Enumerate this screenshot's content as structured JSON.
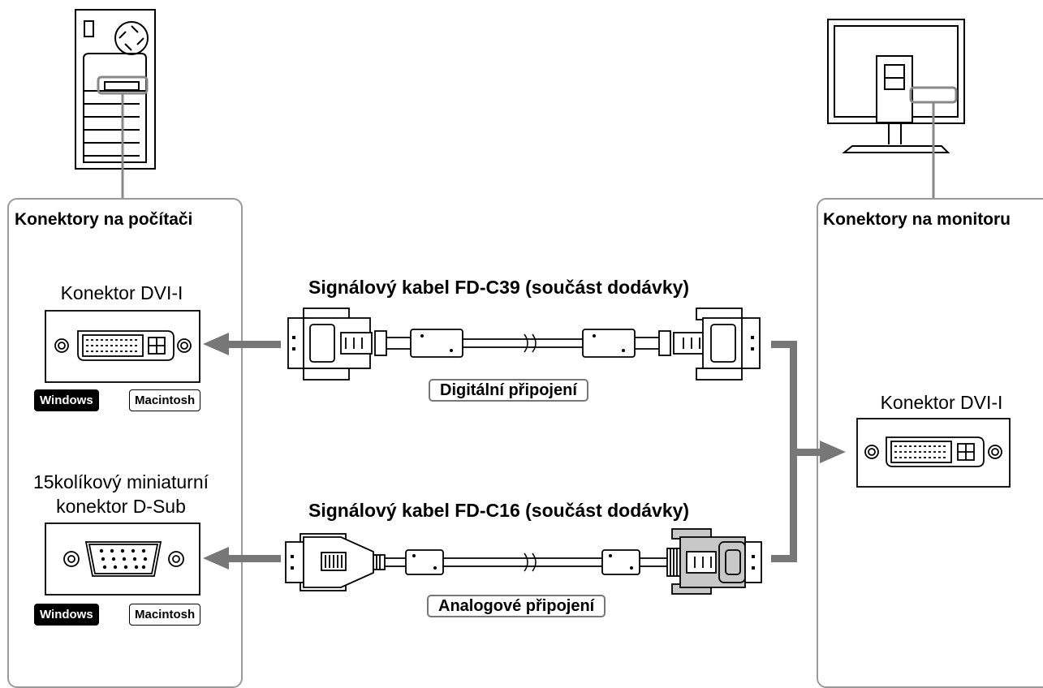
{
  "computer_panel": {
    "title": "Konektory na počítači",
    "dvi_label": "Konektor DVI-I",
    "dsub_label_line1": "15kolíkový miniaturní",
    "dsub_label_line2": "konektor D-Sub",
    "dvi_os": [
      "Windows",
      "Macintosh"
    ],
    "dsub_os": [
      "Windows",
      "Macintosh"
    ]
  },
  "monitor_panel": {
    "title": "Konektory na monitoru",
    "dvi_label": "Konektor DVI-I"
  },
  "cables": [
    {
      "title": "Signálový kabel FD-C39 (součást dodávky)",
      "connection": "Digitální připojení"
    },
    {
      "title": "Signálový kabel FD-C16 (součást dodávky)",
      "connection": "Analogové připojení"
    }
  ],
  "colors": {
    "outline": "#000000",
    "panel_border": "#9a9a9a",
    "arrow": "#777777",
    "dsub_body": "#c8c8c8"
  }
}
